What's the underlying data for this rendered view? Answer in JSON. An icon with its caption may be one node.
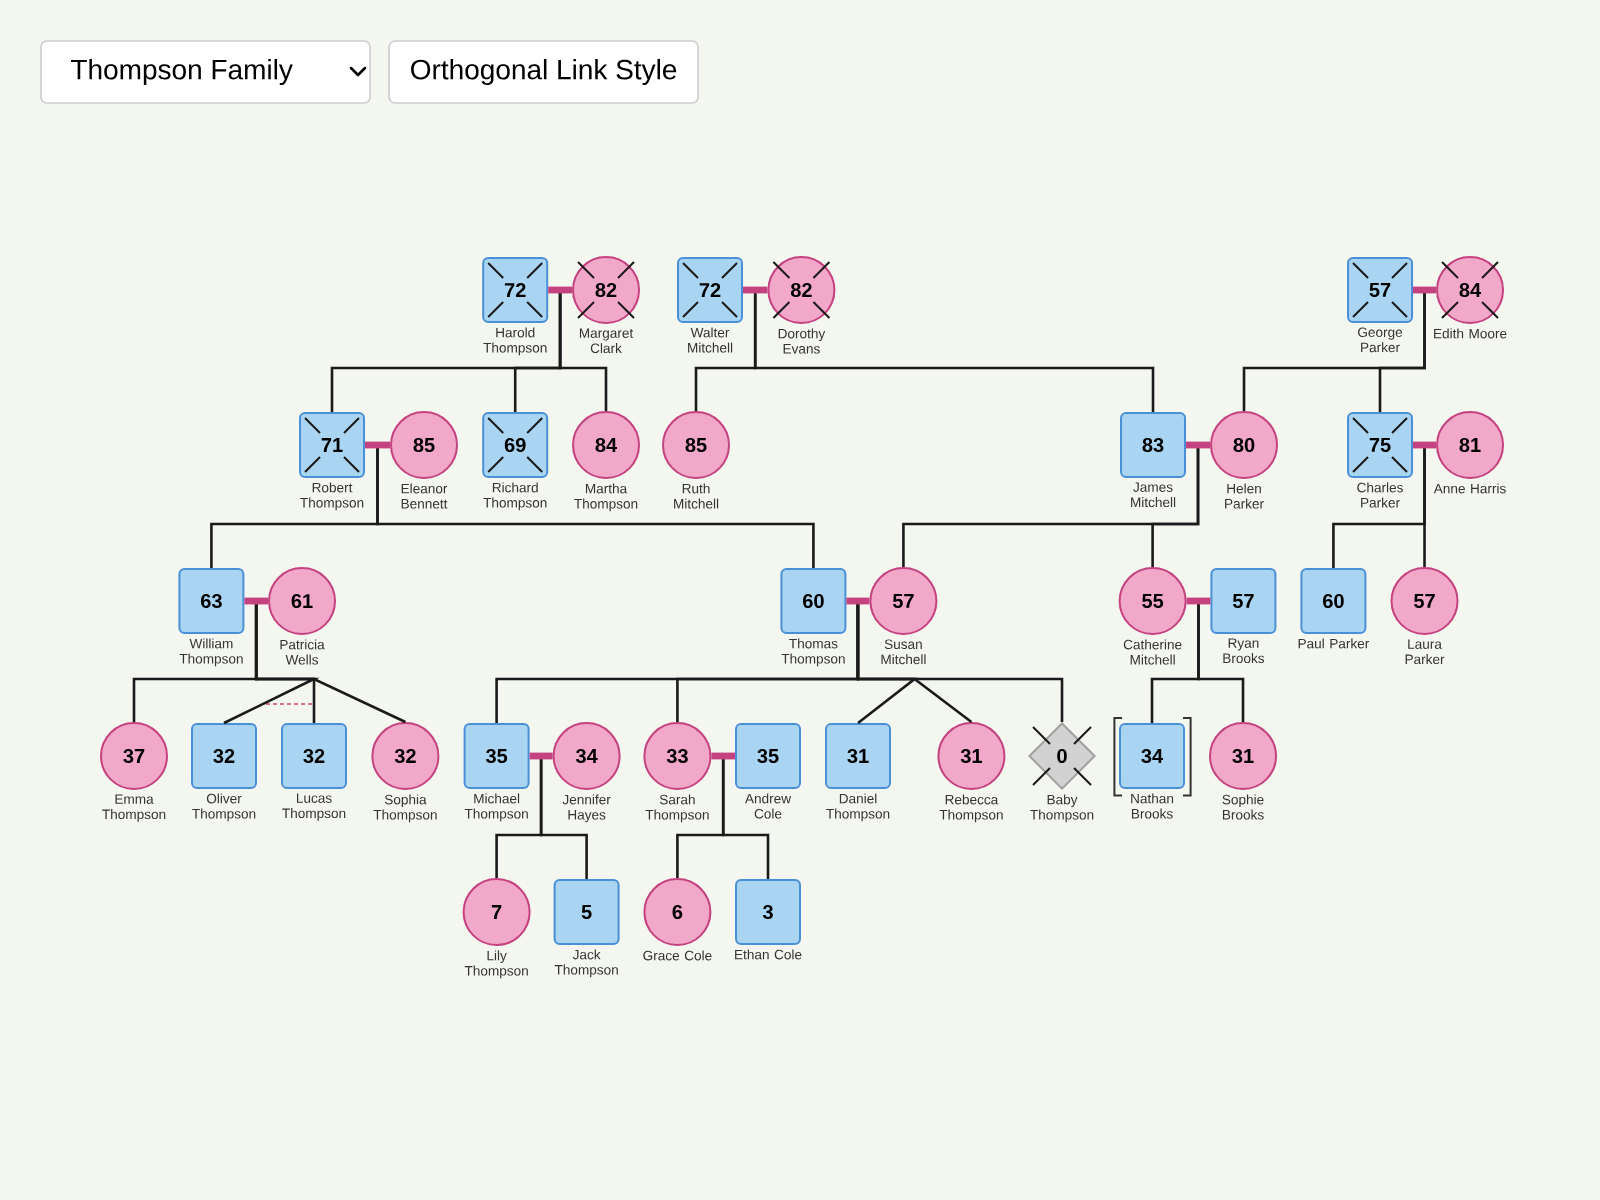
{
  "diagram": {
    "nodes": [
      {
        "text": [
          "72"
        ],
        "beside": [
          "Harold Thompson"
        ]
      },
      {
        "text": [
          "82"
        ],
        "beside": [
          "Margaret Clark"
        ]
      },
      {
        "text": [
          "72"
        ],
        "beside": [
          "Walter Mitchell"
        ]
      },
      {
        "text": [
          "82"
        ],
        "beside": [
          "Dorothy Evans"
        ]
      },
      {
        "text": [
          "57"
        ],
        "beside": [
          "George Parker"
        ]
      },
      {
        "text": [
          "84"
        ],
        "beside": [
          "Edith Moore"
        ]
      },
      {
        "text": [
          "71"
        ],
        "beside": [
          "Robert Thompson"
        ]
      },
      {
        "text": [
          "85"
        ],
        "beside": [
          "Eleanor Bennett"
        ]
      },
      {
        "text": [
          "69"
        ],
        "beside": [
          "Richard Thompson"
        ]
      },
      {
        "text": [
          "84"
        ],
        "beside": [
          "Martha Thompson"
        ]
      },
      {
        "text": [
          "85"
        ],
        "beside": [
          "Ruth Mitchell"
        ]
      },
      {
        "text": [
          "83"
        ],
        "beside": [
          "James Mitchell"
        ]
      },
      {
        "text": [
          "80"
        ],
        "beside": [
          "Helen Parker"
        ]
      },
      {
        "text": [
          "75"
        ],
        "beside": [
          "Charles Parker"
        ]
      },
      {
        "text": [
          "81"
        ],
        "beside": [
          "Anne Harris"
        ]
      },
      {
        "text": [
          "63"
        ],
        "beside": [
          "William Thompson"
        ]
      },
      {
        "text": [
          "61"
        ],
        "beside": [
          "Patricia Wells"
        ]
      },
      {
        "text": [
          "60"
        ],
        "beside": [
          "Thomas Thompson"
        ]
      },
      {
        "text": [
          "57"
        ],
        "beside": [
          "Susan Mitchell"
        ]
      },
      {
        "text": [
          "55"
        ],
        "beside": [
          "Catherine Mitchell"
        ]
      },
      {
        "text": [
          "57"
        ],
        "beside": [
          "Ryan Brooks"
        ]
      },
      {
        "text": [
          "60"
        ],
        "beside": [
          "Paul Parker"
        ]
      },
      {
        "text": [
          "57"
        ],
        "beside": [
          "Laura Parker"
        ]
      },
      {
        "text": [
          "37"
        ],
        "beside": [
          "Emma Thompson"
        ]
      },
      {
        "text": [
          "32"
        ],
        "beside": [
          "Oliver Thompson"
        ]
      },
      {
        "text": [
          "32"
        ],
        "beside": [
          "Lucas Thompson"
        ]
      },
      {
        "text": [
          "32"
        ],
        "beside": [
          "Sophia Thompson"
        ]
      },
      {
        "text": [
          "35"
        ],
        "beside": [
          "Michael Thompson"
        ]
      },
      {
        "text": [
          "34"
        ],
        "beside": [
          "Jennifer Hayes"
        ]
      },
      {
        "text": [
          "33"
        ],
        "beside": [
          "Sarah Thompson"
        ]
      },
      {
        "text": [
          "35"
        ],
        "beside": [
          "Andrew Cole"
        ]
      },
      {
        "text": [
          "31"
        ],
        "beside": [
          "Daniel Thompson"
        ]
      },
      {
        "text": [
          "31"
        ],
        "beside": [
          "Rebecca Thompson"
        ]
      },
      {
        "text": [
          "0"
        ],
        "beside": [
          "Baby Thompson"
        ]
      },
      {
        "text": [
          "34"
        ],
        "beside": [
          "Nathan Brooks"
        ]
      },
      {
        "text": [
          "31"
        ],
        "beside": [
          "Sophie Brooks"
        ]
      },
      {
        "text": [
          "7"
        ],
        "beside": [
          "Lily Thompson"
        ]
      },
      {
        "text": [
          "5"
        ],
        "beside": [
          "Jack Thompson"
        ]
      },
      {
        "text": [
          "6"
        ],
        "beside": [
          "Grace Cole"
        ]
      },
      {
        "text": [
          "3"
        ],
        "beside": [
          "Ethan Cole"
        ]
      }
    ],
    "edges": [
      {
        "from": 0,
        "to": 1,
        "arrow": "none",
        "style": "thick",
        "color": "#c4427f"
      },
      {
        "from": 2,
        "to": 3,
        "arrow": "none",
        "style": "thick",
        "color": "#c4427f"
      },
      {
        "from": 4,
        "to": 5,
        "arrow": "none",
        "style": "thick",
        "color": "#c4427f"
      },
      {
        "from": 0,
        "to": 6,
        "arrow": "none"
      },
      {
        "from": 1,
        "to": 6,
        "arrow": "none"
      },
      {
        "from": 0,
        "to": 8,
        "arrow": "none"
      },
      {
        "from": 1,
        "to": 8,
        "arrow": "none"
      },
      {
        "from": 0,
        "to": 9,
        "arrow": "none"
      },
      {
        "from": 1,
        "to": 9,
        "arrow": "none"
      },
      {
        "from": 2,
        "to": 10,
        "arrow": "none"
      },
      {
        "from": 3,
        "to": 10,
        "arrow": "none"
      },
      {
        "from": 2,
        "to": 11,
        "arrow": "none"
      },
      {
        "from": 3,
        "to": 11,
        "arrow": "none"
      },
      {
        "from": 4,
        "to": 12,
        "arrow": "none"
      },
      {
        "from": 5,
        "to": 12,
        "arrow": "none"
      },
      {
        "from": 4,
        "to": 13,
        "arrow": "none"
      },
      {
        "from": 5,
        "to": 13,
        "arrow": "none"
      },
      {
        "from": 6,
        "to": 7,
        "arrow": "none",
        "style": "thick",
        "color": "#c4427f"
      },
      {
        "from": 11,
        "to": 12,
        "arrow": "none",
        "style": "thick",
        "color": "#c4427f"
      },
      {
        "from": 13,
        "to": 14,
        "arrow": "none",
        "style": "thick",
        "color": "#c4427f"
      },
      {
        "from": 6,
        "to": 15,
        "arrow": "none"
      },
      {
        "from": 7,
        "to": 15,
        "arrow": "none"
      },
      {
        "from": 6,
        "to": 17,
        "arrow": "none"
      },
      {
        "from": 7,
        "to": 17,
        "arrow": "none"
      },
      {
        "from": 11,
        "to": 18,
        "arrow": "none"
      },
      {
        "from": 12,
        "to": 18,
        "arrow": "none"
      },
      {
        "from": 11,
        "to": 19,
        "arrow": "none"
      },
      {
        "from": 12,
        "to": 19,
        "arrow": "none"
      },
      {
        "from": 13,
        "to": 21,
        "arrow": "none"
      },
      {
        "from": 14,
        "to": 21,
        "arrow": "none"
      },
      {
        "from": 13,
        "to": 22,
        "arrow": "none"
      },
      {
        "from": 14,
        "to": 22,
        "arrow": "none"
      },
      {
        "from": 15,
        "to": 16,
        "arrow": "none",
        "style": "thick",
        "color": "#c4427f"
      },
      {
        "from": 17,
        "to": 18,
        "arrow": "none",
        "style": "thick",
        "color": "#c4427f"
      },
      {
        "from": 19,
        "to": 20,
        "arrow": "none",
        "style": "thick",
        "color": "#c4427f"
      },
      {
        "from": 15,
        "to": 23,
        "arrow": "none"
      },
      {
        "from": 16,
        "to": 23,
        "arrow": "none"
      },
      {
        "from": 15,
        "to": 24,
        "arrow": "none"
      },
      {
        "from": 16,
        "to": 24,
        "arrow": "none"
      },
      {
        "from": 15,
        "to": 25,
        "arrow": "none"
      },
      {
        "from": 16,
        "to": 25,
        "arrow": "none"
      },
      {
        "from": 15,
        "to": 26,
        "arrow": "none"
      },
      {
        "from": 16,
        "to": 26,
        "arrow": "none"
      },
      {
        "from": 17,
        "to": 27,
        "arrow": "none"
      },
      {
        "from": 18,
        "to": 27,
        "arrow": "none"
      },
      {
        "from": 17,
        "to": 29,
        "arrow": "none"
      },
      {
        "from": 18,
        "to": 29,
        "arrow": "none"
      },
      {
        "from": 17,
        "to": 31,
        "arrow": "none"
      },
      {
        "from": 18,
        "to": 31,
        "arrow": "none"
      },
      {
        "from": 17,
        "to": 32,
        "arrow": "none"
      },
      {
        "from": 18,
        "to": 32,
        "arrow": "none"
      },
      {
        "from": 17,
        "to": 33,
        "arrow": "none"
      },
      {
        "from": 18,
        "to": 33,
        "arrow": "none"
      },
      {
        "from": 19,
        "to": 34,
        "arrow": "none"
      },
      {
        "from": 20,
        "to": 34,
        "arrow": "none"
      },
      {
        "from": 19,
        "to": 35,
        "arrow": "none"
      },
      {
        "from": 20,
        "to": 35,
        "arrow": "none"
      },
      {
        "from": 27,
        "to": 28,
        "arrow": "none",
        "style": "thick",
        "color": "#c4427f"
      },
      {
        "from": 29,
        "to": 30,
        "arrow": "none",
        "style": "thick",
        "color": "#c4427f"
      },
      {
        "from": 27,
        "to": 36,
        "arrow": "none"
      },
      {
        "from": 28,
        "to": 36,
        "arrow": "none"
      },
      {
        "from": 27,
        "to": 37,
        "arrow": "none"
      },
      {
        "from": 28,
        "to": 37,
        "arrow": "none"
      },
      {
        "from": 29,
        "to": 38,
        "arrow": "none"
      },
      {
        "from": 30,
        "to": 38,
        "arrow": "none"
      },
      {
        "from": 29,
        "to": 39,
        "arrow": "none"
      },
      {
        "from": 30,
        "to": 39,
        "arrow": "none"
      }
    ],
    "labels": [
      "Thompson Family",
      "Orthogonal Link Style"
    ]
  }
}
